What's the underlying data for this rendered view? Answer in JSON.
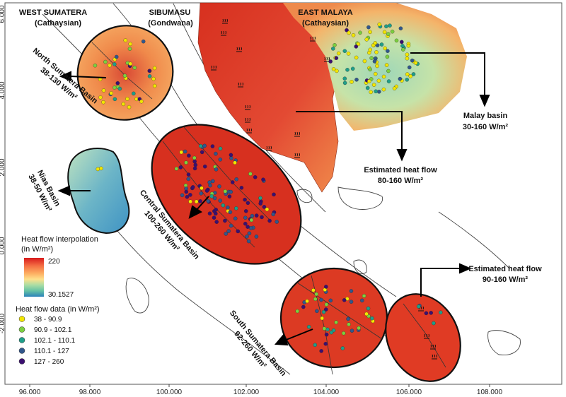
{
  "axes": {
    "x_ticks": [
      "96.000",
      "98.000",
      "100.000",
      "102.000",
      "104.000",
      "106.000",
      "108.000"
    ],
    "y_ticks": [
      "6.000",
      "4.000",
      "2.000",
      "0.000",
      "-2.000"
    ]
  },
  "regions": {
    "west_sumatera": {
      "name": "WEST SUMATERA",
      "sub": "(Cathaysian)"
    },
    "sibumasu": {
      "name": "SIBUMASU",
      "sub": "(Gondwana)"
    },
    "east_malaya": {
      "name": "EAST MALAYA",
      "sub": "(Cathaysian)"
    }
  },
  "basins": {
    "north_sumatera": {
      "name": "North Sumatera Basin",
      "range": "38-130 W/m²"
    },
    "nias": {
      "name": "Nias Basin",
      "range": "38-50 W/m²"
    },
    "central_sumatera": {
      "name": "Central Sumatera Basin",
      "range": "100-260 W/m²"
    },
    "south_sumatera": {
      "name": "South Sumatera Basin",
      "range": "92-260 W/m²"
    },
    "malay": {
      "name": "Malay basin",
      "range": "30-160 W/m²"
    }
  },
  "estimates": {
    "sibumasu": {
      "title": "Estimated heat flow",
      "range": "80-160 W/m²"
    },
    "southeast": {
      "title": "Estimated heat flow",
      "range": "90-160 W/m²"
    }
  },
  "interpolation_legend": {
    "title": "Heat flow interpolation",
    "unit": "(in W/m²)",
    "max": "220",
    "min": "30.1527",
    "colors": [
      "#d7191c",
      "#f46d43",
      "#fdae61",
      "#fee08b",
      "#ffffbf",
      "#abdda4",
      "#66c2a5",
      "#2b83ba"
    ]
  },
  "data_legend": {
    "title": "Heat flow data (in W/m²)",
    "classes": [
      {
        "label": "38 - 90.9",
        "color": "#f2e600"
      },
      {
        "label": "90.9 - 102.1",
        "color": "#7ccf3f"
      },
      {
        "label": "102.1 - 110.1",
        "color": "#1f9e89"
      },
      {
        "label": "110.1 - 127",
        "color": "#31578c"
      },
      {
        "label": "127 - 260",
        "color": "#3b0f70"
      }
    ]
  }
}
